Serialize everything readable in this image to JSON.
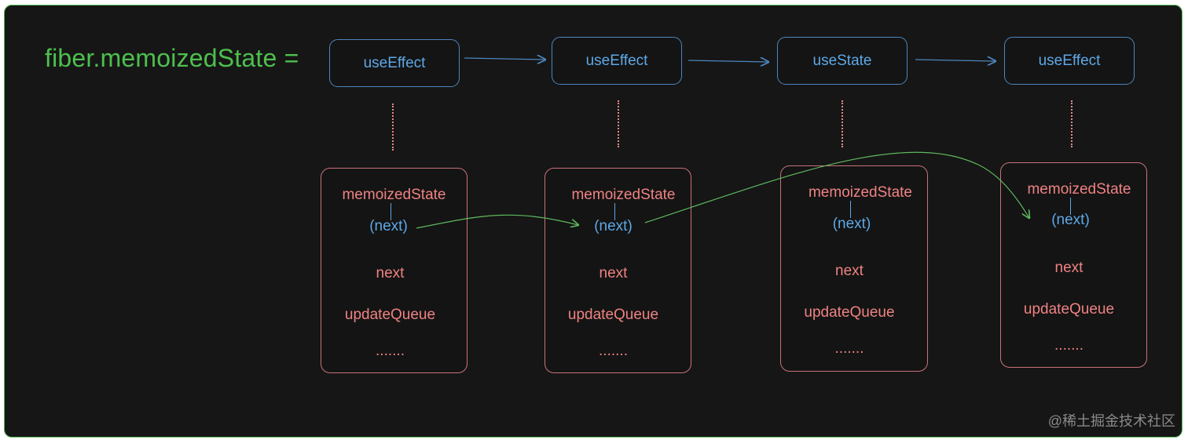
{
  "title": "fiber.memoizedState =",
  "hooks": [
    {
      "label": "useEffect"
    },
    {
      "label": "useEffect"
    },
    {
      "label": "useState"
    },
    {
      "label": "useEffect"
    }
  ],
  "nodes": [
    {
      "memoized_state": "memoizedState",
      "next_pointer": "(next)",
      "next": "next",
      "update_queue": "updateQueue",
      "more": "......."
    },
    {
      "memoized_state": "memoizedState",
      "next_pointer": "(next)",
      "next": "next",
      "update_queue": "updateQueue",
      "more": "......."
    },
    {
      "memoized_state": "memoizedState",
      "next_pointer": "(next)",
      "next": "next",
      "update_queue": "updateQueue",
      "more": "......."
    },
    {
      "memoized_state": "memoizedState",
      "next_pointer": "(next)",
      "next": "next",
      "update_queue": "updateQueue",
      "more": "......."
    }
  ],
  "watermark": "@稀土掘金技术社区",
  "colors": {
    "background": "#161616",
    "frame_border": "#56b556",
    "title": "#4dc04d",
    "hook_border": "#4d86bd",
    "hook_text": "#5ea8e6",
    "node_border": "#c8727a",
    "node_text": "#ef8282",
    "link_arrow": "#5fb85f"
  }
}
